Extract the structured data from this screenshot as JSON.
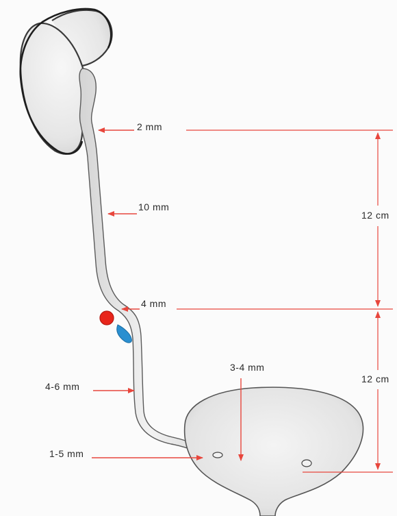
{
  "labels": {
    "pelviureteric": "2 mm",
    "lumbar": "10 mm",
    "iliac_crossing": "4 mm",
    "pelvic": "4-6 mm",
    "intramural_wall": "1-5 mm",
    "intramural_length": "3-4 mm",
    "upper_length": "12 cm",
    "lower_length": "12 cm"
  },
  "colors": {
    "annotation": "#e8463c",
    "outline": "#555555",
    "organ_fill": "#eaeaea",
    "artery": "#e8251b",
    "vein": "#2a8fd0"
  }
}
